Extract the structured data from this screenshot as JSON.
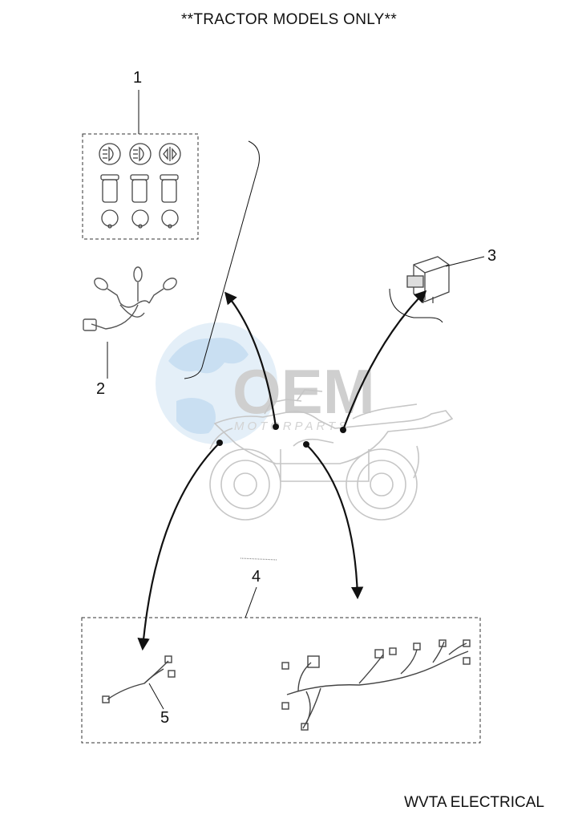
{
  "header": {
    "title": "**TRACTOR MODELS ONLY**"
  },
  "footer": {
    "caption": "WVTA ELECTRICAL"
  },
  "callouts": [
    "1",
    "2",
    "3",
    "4",
    "5"
  ],
  "watermark": {
    "text": "OEM",
    "subtext": "MOTORPARTS"
  },
  "colors": {
    "line": "#111111",
    "watermark_blue": "#9ec6e8",
    "watermark_gray": "#b8b8b8",
    "part_stroke": "#555555"
  },
  "parts": {
    "1": "bulb-and-socket-kit",
    "2": "light-wiring-lead",
    "3": "relay",
    "4": "wiring-harness-kit",
    "5": "sub-harness"
  }
}
